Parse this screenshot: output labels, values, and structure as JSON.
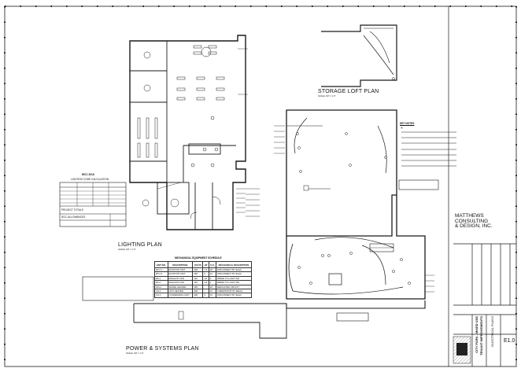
{
  "sheet": {
    "border_color": "#222222",
    "line_color": "#1a1a1a"
  },
  "plans": {
    "lighting_title": "LIGHTING PLAN",
    "lighting_scale": "SCALE: 1/8\" = 1'-0\"",
    "storage_title": "STORAGE LOFT PLAN",
    "storage_scale": "SCALE: 1/8\" = 1'-0\"",
    "power_title": "POWER & SYSTEMS PLAN",
    "power_scale": "SCALE: 1/8\" = 1'-0\""
  },
  "iecc": {
    "title": "IECC 2018",
    "subtitle": "LIGHTING CODE CALCULATION",
    "project_totals": "PROJECT TOTALS",
    "allowances": "IECC ALLOWANCES"
  },
  "mech_schedule": {
    "title": "MECHANICAL EQUIPMENT SCHEDULE",
    "headers": [
      "UNIT NO.",
      "DESCRIPTION",
      "VOLTS",
      "HP",
      "FLA",
      "MECHANICAL DESCRIPTION"
    ],
    "rows": [
      [
        "RTU-1",
        "ROOFTOP UNIT",
        "208",
        "7.5",
        "28",
        "DISCONNECT BY ELEC"
      ],
      [
        "RTU-2",
        "ROOFTOP UNIT",
        "208",
        "5",
        "22",
        "DISCONNECT BY ELEC"
      ],
      [
        "EF-1",
        "EXHAUST FAN",
        "120",
        "1/4",
        "2",
        "WIRED TO LIGHT SW"
      ],
      [
        "EF-2",
        "EXHAUST FAN",
        "120",
        "1/4",
        "2",
        "WIRED TO LIGHT SW"
      ],
      [
        "WH-1",
        "WATER HEATER",
        "208",
        "-",
        "18",
        "DEDICATED CIRCUIT"
      ],
      [
        "UH-1",
        "UNIT HEATER",
        "208",
        "-",
        "12",
        "THERMOSTAT BY MECH"
      ],
      [
        "CU-1",
        "CONDENSING UNIT",
        "208",
        "3",
        "16",
        "DISCONNECT BY ELEC"
      ]
    ]
  },
  "key_notes": {
    "title": "KEY NOTES"
  },
  "firm": {
    "name_line1": "MATTHEWS",
    "name_line2": "CONSULTING",
    "name_line3": "& DESIGN, INC."
  },
  "title_block": {
    "project_line1": "CITY PARK - MIXED USE",
    "project_line2": "TENANT IMPROVEMENTS",
    "sheet_name": "ELECTRICAL PLANS",
    "sheet_number": "E1.0"
  }
}
